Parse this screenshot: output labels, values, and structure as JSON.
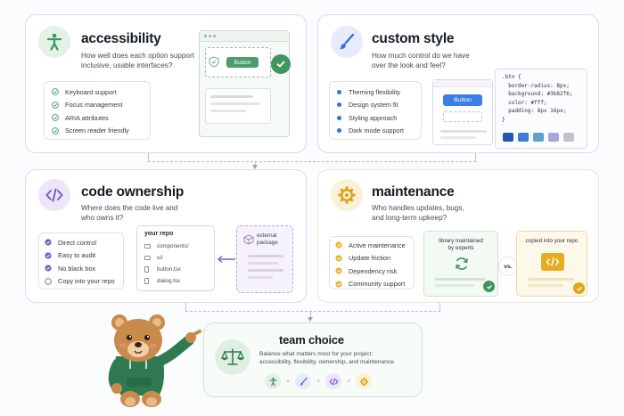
{
  "accessibility": {
    "title": "accessibility",
    "description_line1": "How well does each option support",
    "description_line2": "inclusive, usable interfaces?",
    "items": [
      "Keyboard support",
      "Focus management",
      "ARIA attributes",
      "Screen reader friendly"
    ],
    "mock_button": "Button",
    "accent": "#4a9a63"
  },
  "custom_style": {
    "title": "custom style",
    "description_line1": "How much control do we have",
    "description_line2": "over the look and feel?",
    "items": [
      "Theming flexibility",
      "Design system fit",
      "Styling approach",
      "Dark mode support"
    ],
    "mock_button": "Button",
    "code_lines": [
      ".btn {",
      "  border-radius: 8px;",
      "  background: #3b82f6;",
      "  color: #fff;",
      "  padding: 8px 16px;",
      "}"
    ],
    "swatches": [
      "#2457b3",
      "#3d7fd6",
      "#5aa5c8",
      "#a9a4d9",
      "#bfc4cc"
    ],
    "accent": "#3a6fd8"
  },
  "code_ownership": {
    "title": "code ownership",
    "description_line1": "Where does the code live and",
    "description_line2": "who owns it?",
    "items": [
      "Direct control",
      "Easy to audit",
      "No black box",
      "Copy into your repo"
    ],
    "repo_title": "your repo",
    "repo_items": [
      "components/",
      "ui/",
      "button.tsx",
      "dialog.tsx"
    ],
    "external_label_line1": "external",
    "external_label_line2": "package",
    "accent": "#7a5ac8"
  },
  "maintenance": {
    "title": "maintenance",
    "description_line1": "Who handles updates, bugs,",
    "description_line2": "and long-term upkeep?",
    "items": [
      "Active maintenance",
      "Update friction",
      "Dependency risk",
      "Community support"
    ],
    "library_label_line1": "library maintained",
    "library_label_line2": "by experts",
    "vs_label": "vs.",
    "copied_label": "copied into your repo",
    "accent": "#d9a21b"
  },
  "team_choice": {
    "title": "team choice",
    "description_line1": "Balance what matters most for your project:",
    "description_line2": "accessibility, flexibility, ownership, and maintenance.",
    "icons": [
      "accessibility-icon",
      "brush-icon",
      "code-icon",
      "gear-icon"
    ]
  }
}
